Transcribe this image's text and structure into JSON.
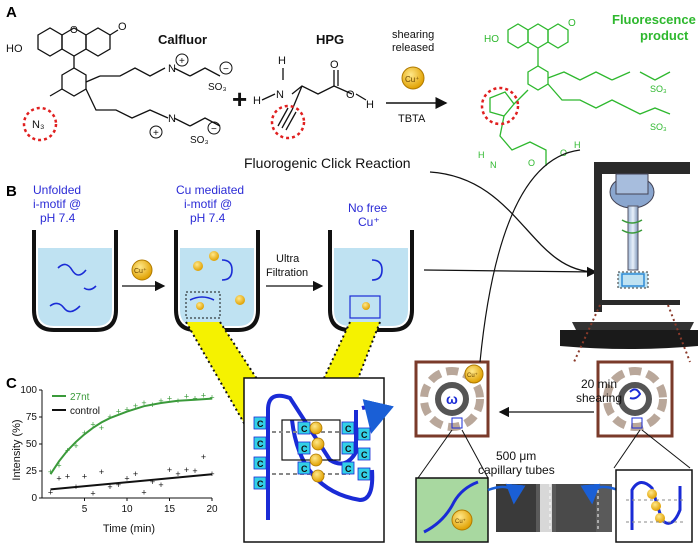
{
  "panels": {
    "a": "A",
    "b": "B",
    "c": "C"
  },
  "reactants": {
    "calfluor": "Calfluor",
    "hpg": "HPG",
    "plus": "+",
    "n3": "N₃",
    "ho": "HO",
    "o": "O",
    "so3": "SO₃"
  },
  "arrow_labels": {
    "shearing_released": "shearing\nreleased",
    "tbta": "TBTA",
    "cu_plus": "Cu⁺"
  },
  "product": {
    "line1": "Fluorescence",
    "line2": "product",
    "color": "#2eb82e"
  },
  "reaction_name": "Fluorogenic Click Reaction",
  "beakers": {
    "b1": [
      "Unfolded",
      "i-motif @",
      "pH 7.4"
    ],
    "b2": [
      "Cu mediated",
      "i-motif @",
      "pH 7.4"
    ],
    "b3": [
      "No free",
      "Cu⁺"
    ],
    "ultra": [
      "Ultra",
      "Filtration"
    ]
  },
  "imotif": {
    "c_label": "C",
    "cu_label": "Cu⁺"
  },
  "rheometer": {
    "shearing_time": [
      "20 min",
      "shearing"
    ],
    "omega": "ω",
    "capillary": [
      "500 μm",
      "capillary tubes"
    ]
  },
  "chart_data": {
    "type": "scatter",
    "xlabel": "Time (min)",
    "ylabel": "Intensity (%)",
    "xlim": [
      0,
      20
    ],
    "ylim": [
      0,
      100
    ],
    "xticks": [
      5,
      10,
      15,
      20
    ],
    "yticks": [
      0,
      25,
      50,
      75,
      100
    ],
    "series": [
      {
        "name": "27nt",
        "color": "#3a9a3a",
        "points": [
          [
            1,
            24
          ],
          [
            2,
            30
          ],
          [
            3,
            44
          ],
          [
            4,
            48
          ],
          [
            5,
            60
          ],
          [
            6,
            68
          ],
          [
            7,
            65
          ],
          [
            8,
            75
          ],
          [
            9,
            80
          ],
          [
            10,
            82
          ],
          [
            11,
            85
          ],
          [
            12,
            88
          ],
          [
            13,
            86
          ],
          [
            14,
            90
          ],
          [
            15,
            92
          ],
          [
            16,
            90
          ],
          [
            17,
            94
          ],
          [
            18,
            92
          ],
          [
            19,
            95
          ],
          [
            20,
            93
          ]
        ],
        "fit": [
          [
            1,
            22
          ],
          [
            2,
            34
          ],
          [
            3,
            44
          ],
          [
            4,
            52
          ],
          [
            5,
            59
          ],
          [
            6,
            65
          ],
          [
            7,
            70
          ],
          [
            8,
            74
          ],
          [
            9,
            77
          ],
          [
            10,
            80
          ],
          [
            12,
            85
          ],
          [
            14,
            88
          ],
          [
            16,
            90
          ],
          [
            18,
            91
          ],
          [
            20,
            92
          ]
        ]
      },
      {
        "name": "control",
        "color": "#111111",
        "points": [
          [
            1,
            5
          ],
          [
            2,
            18
          ],
          [
            3,
            20
          ],
          [
            4,
            10
          ],
          [
            5,
            20
          ],
          [
            6,
            4
          ],
          [
            7,
            24
          ],
          [
            8,
            10
          ],
          [
            9,
            12
          ],
          [
            10,
            18
          ],
          [
            11,
            22
          ],
          [
            12,
            5
          ],
          [
            13,
            15
          ],
          [
            14,
            12
          ],
          [
            15,
            26
          ],
          [
            16,
            22
          ],
          [
            17,
            26
          ],
          [
            18,
            25
          ],
          [
            19,
            38
          ],
          [
            20,
            22
          ]
        ],
        "fit": [
          [
            1,
            8
          ],
          [
            20,
            22
          ]
        ]
      }
    ]
  }
}
